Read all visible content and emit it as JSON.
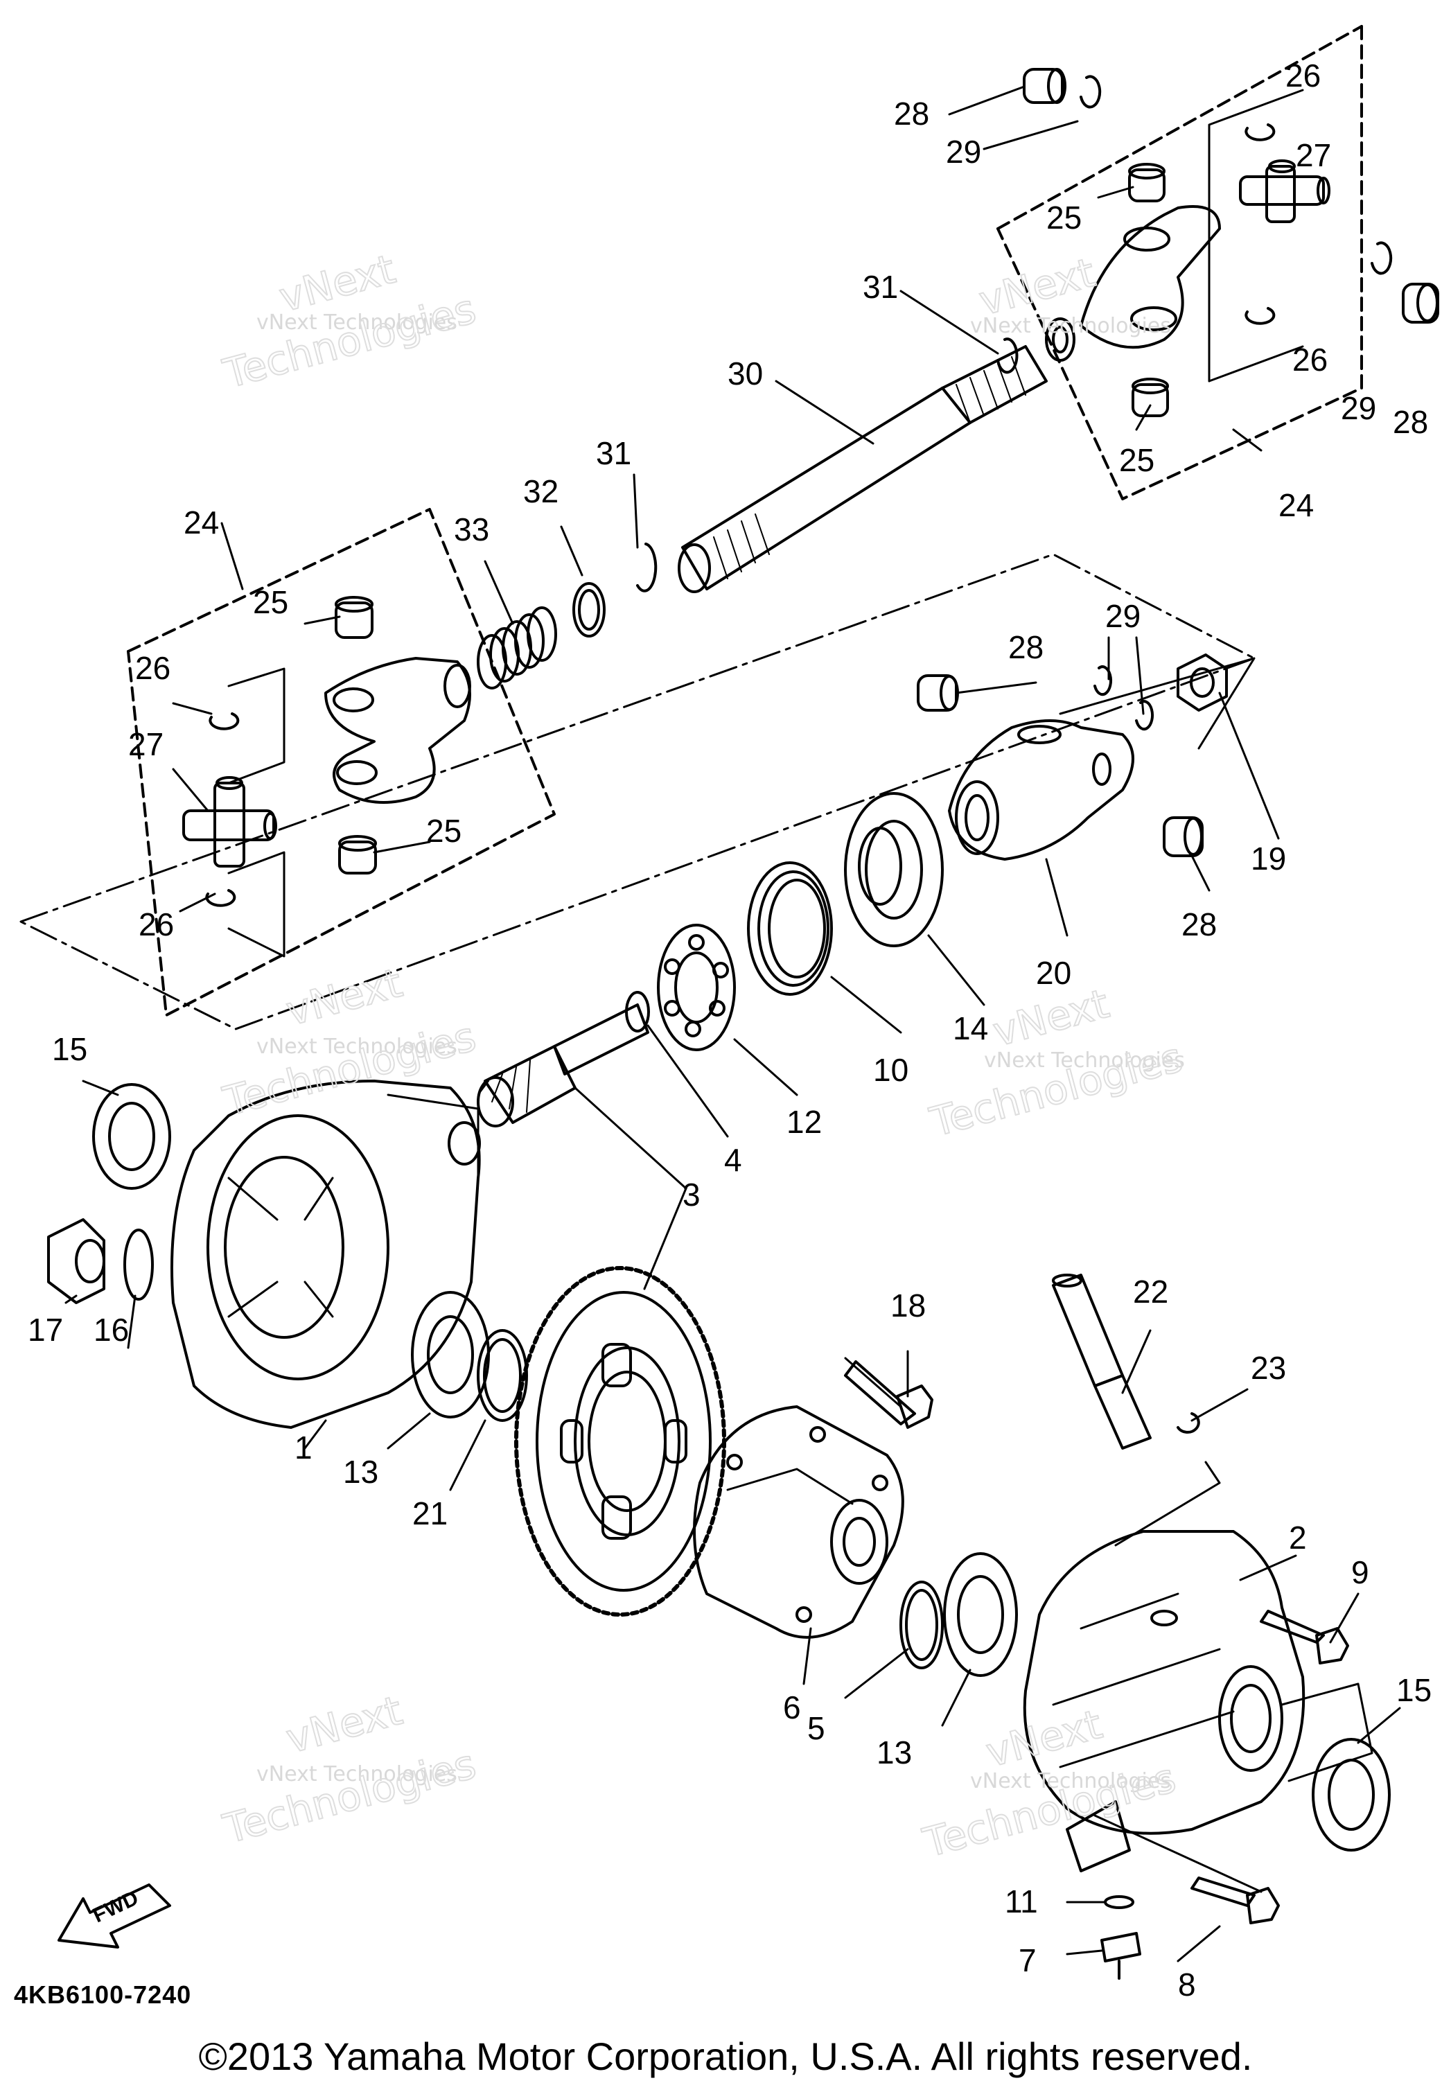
{
  "diagram": {
    "code": "4KB6100-7240",
    "copyright": "©2013 Yamaha Motor Corporation, U.S.A. All rights reserved.",
    "fwd_label": "FWD",
    "watermark_small": "vNext Technologies",
    "watermark_big_1": "vNext",
    "watermark_big_2": "Technologies",
    "callouts": [
      {
        "id": "c28a",
        "text": "28"
      },
      {
        "id": "c29a",
        "text": "29"
      },
      {
        "id": "c26a",
        "text": "26"
      },
      {
        "id": "c27a",
        "text": "27"
      },
      {
        "id": "c25a",
        "text": "25"
      },
      {
        "id": "c31a",
        "text": "31"
      },
      {
        "id": "c26b",
        "text": "26"
      },
      {
        "id": "c29b",
        "text": "29"
      },
      {
        "id": "c28b",
        "text": "28"
      },
      {
        "id": "c25b",
        "text": "25"
      },
      {
        "id": "c24a",
        "text": "24"
      },
      {
        "id": "c30",
        "text": "30"
      },
      {
        "id": "c24b",
        "text": "24"
      },
      {
        "id": "c33",
        "text": "33"
      },
      {
        "id": "c32",
        "text": "32"
      },
      {
        "id": "c31b",
        "text": "31"
      },
      {
        "id": "c25c",
        "text": "25"
      },
      {
        "id": "c26c",
        "text": "26"
      },
      {
        "id": "c27b",
        "text": "27"
      },
      {
        "id": "c25d",
        "text": "25"
      },
      {
        "id": "c26d",
        "text": "26"
      },
      {
        "id": "c28c",
        "text": "28"
      },
      {
        "id": "c29c",
        "text": "29"
      },
      {
        "id": "c19",
        "text": "19"
      },
      {
        "id": "c28d",
        "text": "28"
      },
      {
        "id": "c20",
        "text": "20"
      },
      {
        "id": "c14",
        "text": "14"
      },
      {
        "id": "c10",
        "text": "10"
      },
      {
        "id": "c12",
        "text": "12"
      },
      {
        "id": "c4",
        "text": "4"
      },
      {
        "id": "c3",
        "text": "3"
      },
      {
        "id": "c15a",
        "text": "15"
      },
      {
        "id": "c17",
        "text": "17"
      },
      {
        "id": "c16",
        "text": "16"
      },
      {
        "id": "c1",
        "text": "1"
      },
      {
        "id": "c13a",
        "text": "13"
      },
      {
        "id": "c21",
        "text": "21"
      },
      {
        "id": "c18",
        "text": "18"
      },
      {
        "id": "c22",
        "text": "22"
      },
      {
        "id": "c23",
        "text": "23"
      },
      {
        "id": "c2",
        "text": "2"
      },
      {
        "id": "c9",
        "text": "9"
      },
      {
        "id": "c6",
        "text": "6"
      },
      {
        "id": "c5",
        "text": "5"
      },
      {
        "id": "c13b",
        "text": "13"
      },
      {
        "id": "c15b",
        "text": "15"
      },
      {
        "id": "c11",
        "text": "11"
      },
      {
        "id": "c8",
        "text": "8"
      },
      {
        "id": "c7",
        "text": "7"
      }
    ]
  }
}
